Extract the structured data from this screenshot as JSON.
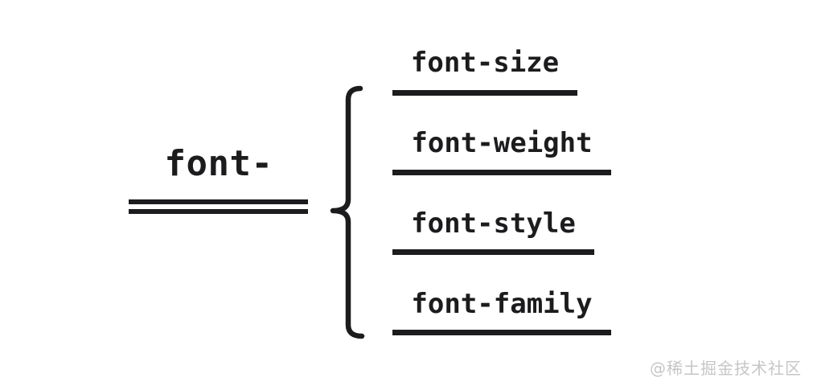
{
  "diagram": {
    "root": {
      "label": "font-"
    },
    "properties": [
      {
        "label": "font-size"
      },
      {
        "label": "font-weight"
      },
      {
        "label": "font-style"
      },
      {
        "label": "font-family"
      }
    ]
  },
  "watermark": {
    "text": "@稀土掘金技术社区"
  },
  "colors": {
    "ink": "#1c1c1e",
    "watermark_gray": "#c6c6c6",
    "background": "#ffffff"
  }
}
